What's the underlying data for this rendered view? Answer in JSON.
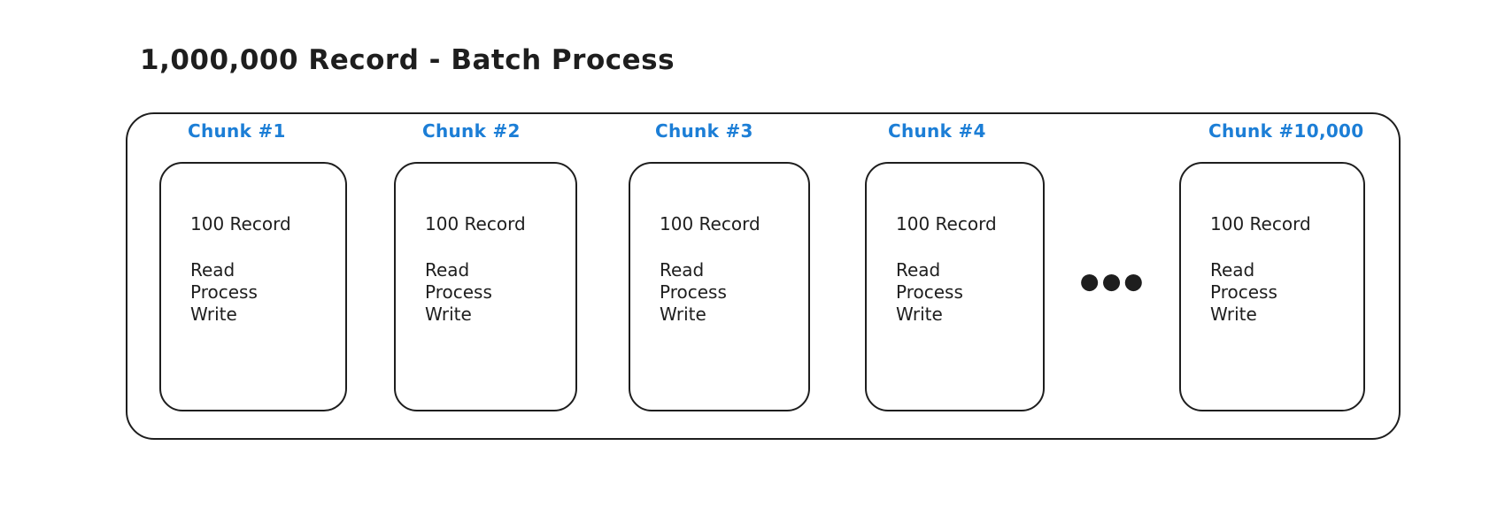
{
  "title": "1,000,000 Record - Batch Process",
  "diagram": {
    "chunks": [
      {
        "label": "Chunk #1",
        "record": "100 Record",
        "steps": [
          "Read",
          "Process",
          "Write"
        ]
      },
      {
        "label": "Chunk #2",
        "record": "100 Record",
        "steps": [
          "Read",
          "Process",
          "Write"
        ]
      },
      {
        "label": "Chunk #3",
        "record": "100 Record",
        "steps": [
          "Read",
          "Process",
          "Write"
        ]
      },
      {
        "label": "Chunk #4",
        "record": "100 Record",
        "steps": [
          "Read",
          "Process",
          "Write"
        ]
      },
      {
        "label": "Chunk #10,000",
        "record": "100 Record",
        "steps": [
          "Read",
          "Process",
          "Write"
        ]
      }
    ],
    "more_indicator": "●●●"
  },
  "colors": {
    "chunk_label": "#1c7ed6",
    "stroke": "#1e1e1e",
    "background": "#ffffff"
  }
}
